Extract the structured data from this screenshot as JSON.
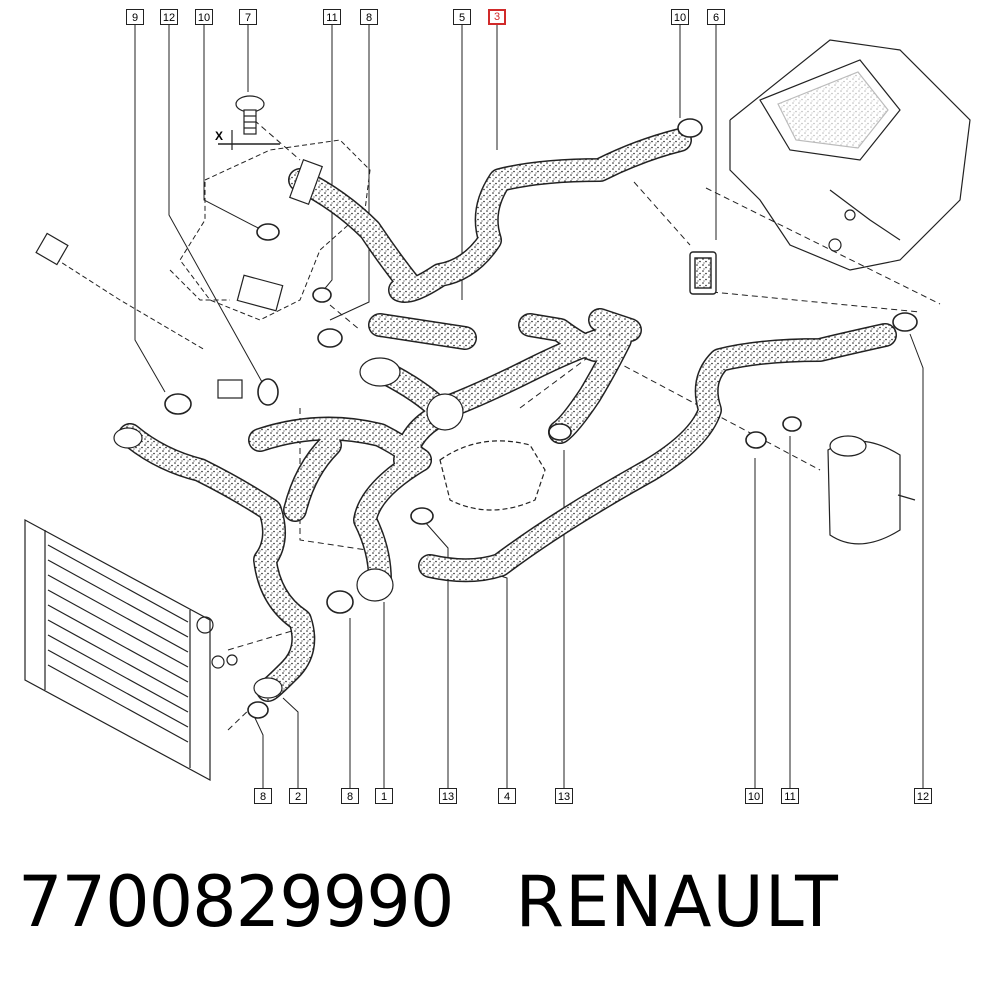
{
  "callouts_top": [
    "9",
    "12",
    "10",
    "7",
    "11",
    "8",
    "5",
    "3",
    "10",
    "6"
  ],
  "callouts_bottom": [
    "8",
    "2",
    "8",
    "1",
    "13",
    "4",
    "13",
    "10",
    "11",
    "12"
  ],
  "x_marker": "X",
  "highlighted_callout": "3",
  "highlight_color": "#d12a2a",
  "caption": {
    "part_number": "7700829990",
    "brand": "RENAULT"
  }
}
